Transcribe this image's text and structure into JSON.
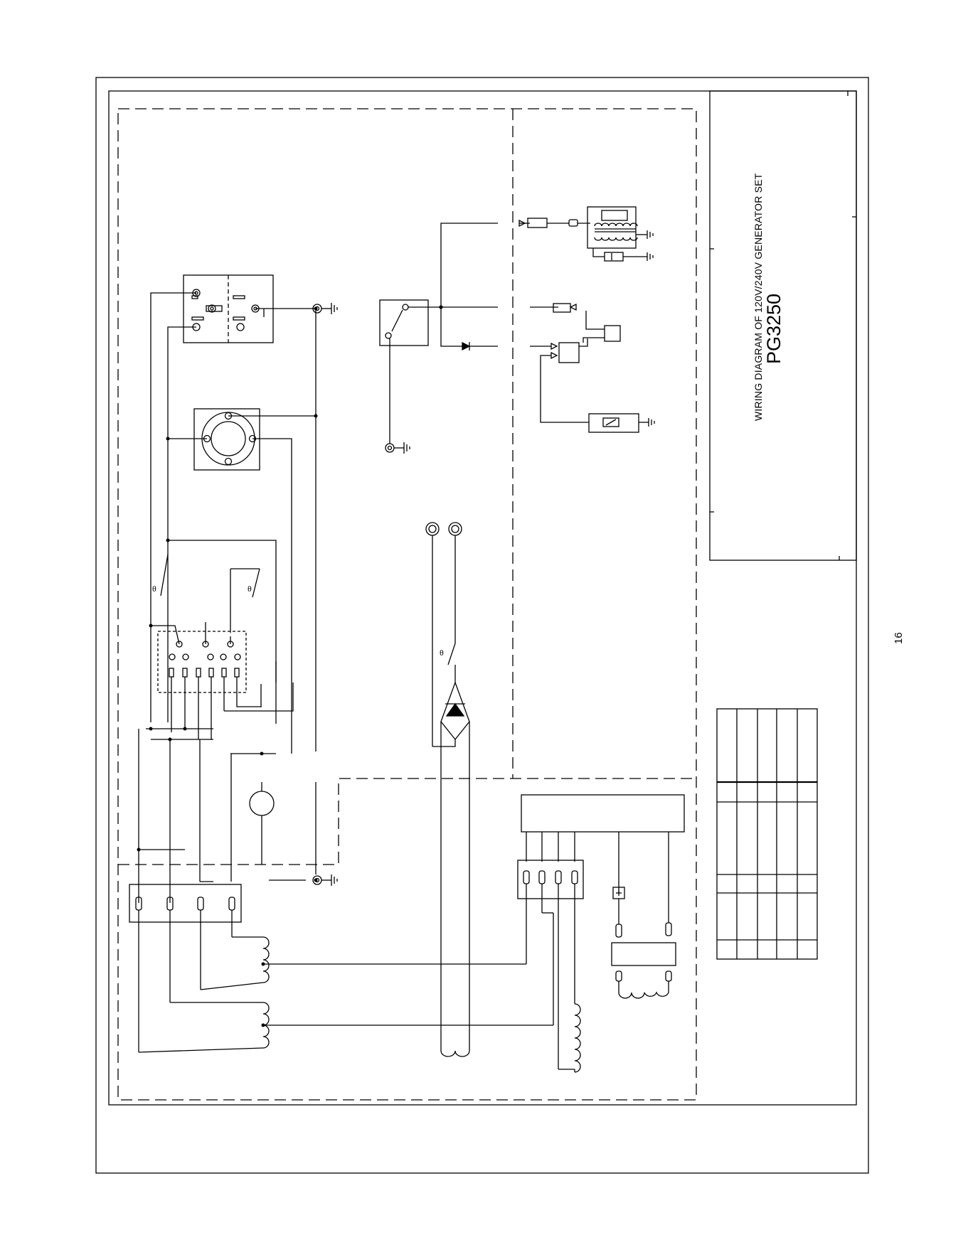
{
  "title_block": {
    "title": "WIRING DIAGRAM OF 120V/240V GENERATOR SET",
    "model": "PG3250"
  },
  "page_number": "16",
  "labels": {
    "thermal_symbol": "θ"
  }
}
